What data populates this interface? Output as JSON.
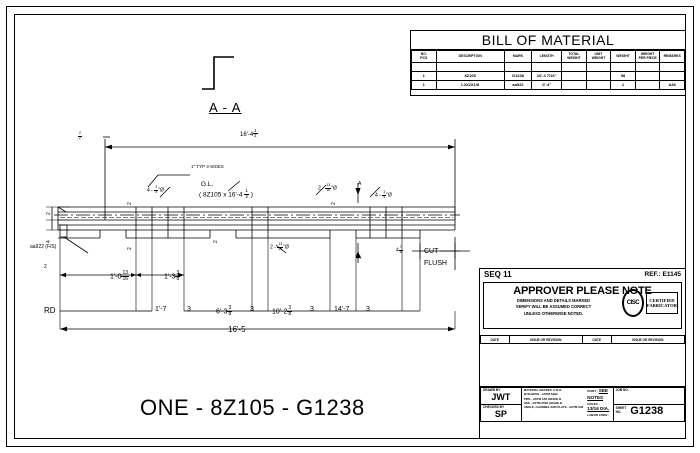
{
  "sheet": {
    "main_title": "ONE - 8Z105 - G1238",
    "section_label": "A - A"
  },
  "bom": {
    "title": "BILL OF MATERIAL",
    "headers": [
      "NO. PCS",
      "DESCRIPTION",
      "MARK",
      "LENGTH",
      "TOTAL WEIGHT",
      "UNIT WEIGHT",
      "WEIGHT",
      "WEIGHT PER PIECE",
      "REMARKS"
    ],
    "headers_split": [
      [
        "NO.",
        "PCS"
      ],
      [
        "DESCRIPTION",
        ""
      ],
      [
        "MARK",
        ""
      ],
      [
        "LENGTH",
        ""
      ],
      [
        "TOTAL",
        "WEIGHT"
      ],
      [
        "UNIT",
        "WEIGHT"
      ],
      [
        "WEIGHT",
        ""
      ],
      [
        "WEIGHT",
        "PER PIECE"
      ],
      [
        "REMARKS",
        ""
      ]
    ],
    "rows": [
      {
        "pcs": "",
        "description": "",
        "mark": "",
        "length": "",
        "total_weight": "",
        "unit_weight": "",
        "weight": "",
        "weight_per_piece": "",
        "remarks": ""
      },
      {
        "pcs": "1",
        "description": "8Z105",
        "mark": "G1238",
        "length": "16'-4 7/16\"",
        "total_weight": "",
        "unit_weight": "",
        "weight": "98",
        "weight_per_piece": "",
        "remarks": ""
      },
      {
        "pcs": "1",
        "description": "L2X2X1/8",
        "mark": "aa922",
        "length": "0'-4\"",
        "total_weight": "",
        "unit_weight": "",
        "weight": "1",
        "weight_per_piece": "",
        "remarks": "A36"
      }
    ]
  },
  "title_block": {
    "seq": "SEQ 11",
    "ref": "REF.:  E1145",
    "approver_heading": "APPROVER PLEASE NOTE",
    "approver_lines": [
      "DIMENSIONS AND DETAILS MARKED",
      "VERIFY WILL BE ASSUMED CORRECT",
      "UNLESS OTHERWISE  NOTED."
    ],
    "cisc_seal_text": "CISC",
    "cisc_box_lines": [
      "CERTIFIED",
      "FABRICATOR"
    ],
    "revision_headers": [
      "DATE",
      "ISSUE OR REVISION",
      "DATE",
      "ISSUE OR REVISION"
    ],
    "drawn_by_label": "DRAWN BY",
    "drawn_by": "JWT",
    "checked_by_label": "CHECKED BY",
    "checked_by": "SP",
    "material_lines": [
      "MATERIAL GRADES, U.N.O.",
      "W-SHAPES - ASTM A992",
      "PIPE - ASTM A53 GRADE B",
      "HSS - ASTM A500 GRADE B",
      "ANGLE, CHANNEL AND PLATE - ASTM A36"
    ],
    "part_label": "PAINT :",
    "part_value": "SEE NOTES",
    "holes_label": "HOLES :",
    "holes_value": "13/16 DIA.",
    "labor_label": "LABOR CODE :",
    "labor_value": "",
    "job_no_label": "JOB NO.",
    "job_no": "",
    "sheet_no_label": "SHEET NO.",
    "sheet_no": "G1238"
  },
  "drawing": {
    "top_dim": "16'-4",
    "top_dim_frac": [
      "1",
      "2"
    ],
    "gl_label": "G.L.",
    "gl_detail_prefix": "( 8Z105 x 16'-4 ",
    "gl_detail_frac": [
      "1",
      "2"
    ],
    "gl_detail_suffix": " )",
    "holes_left": "4 - ",
    "holes_left_frac": [
      "3",
      "4"
    ],
    "holes_left_suffix": "\"Ø",
    "holes_mid_top": "2 - ",
    "holes_mid_top_frac": [
      "13",
      "16"
    ],
    "holes_mid_top_suffix": "\"Ø",
    "holes_right": "4 - ",
    "holes_right_frac": [
      "3",
      "4"
    ],
    "holes_right_suffix": "\"Ø",
    "holes_mid_bot": "2 - ",
    "holes_mid_bot_frac": [
      "13",
      "16"
    ],
    "holes_mid_bot_suffix": "\"Ø",
    "typ_note": "TYP 3-SIDES",
    "weld_size": "1\"",
    "clip_label": "aa922 (F/S)",
    "cut_flush_line1": "CUT",
    "cut_flush_line2": "FLUSH",
    "right_end_dim": "4",
    "right_end_frac": [
      "7",
      "8"
    ],
    "left_edge_dim_top": "2",
    "left_edge_dim_bot": "4",
    "left_edge_bot_frac": [
      "1",
      "2"
    ],
    "edge_dim_small": "2",
    "inner_dim_25": "2",
    "inner_dim_25_frac": [
      "1",
      "2"
    ],
    "section_marks": [
      "A",
      "A"
    ],
    "dim_chain_upper": [
      {
        "text": "1'-0",
        "frac": [
          "13",
          "16"
        ]
      },
      {
        "text": "1'-3",
        "frac": [
          "3",
          "8"
        ]
      }
    ],
    "rd_label": "RD",
    "dim_chain_lower": [
      {
        "text": "1'-7",
        "frac": null
      },
      {
        "text": "3",
        "frac": null
      },
      {
        "text": "6'-3",
        "frac": [
          "3",
          "8"
        ]
      },
      {
        "text": "3",
        "frac": null
      },
      {
        "text": "10'-2",
        "frac": [
          "3",
          "8"
        ]
      },
      {
        "text": "3",
        "frac": null
      },
      {
        "text": "14'-7",
        "frac": null
      },
      {
        "text": "3",
        "frac": null
      }
    ],
    "overall_dim": "16'-5"
  }
}
